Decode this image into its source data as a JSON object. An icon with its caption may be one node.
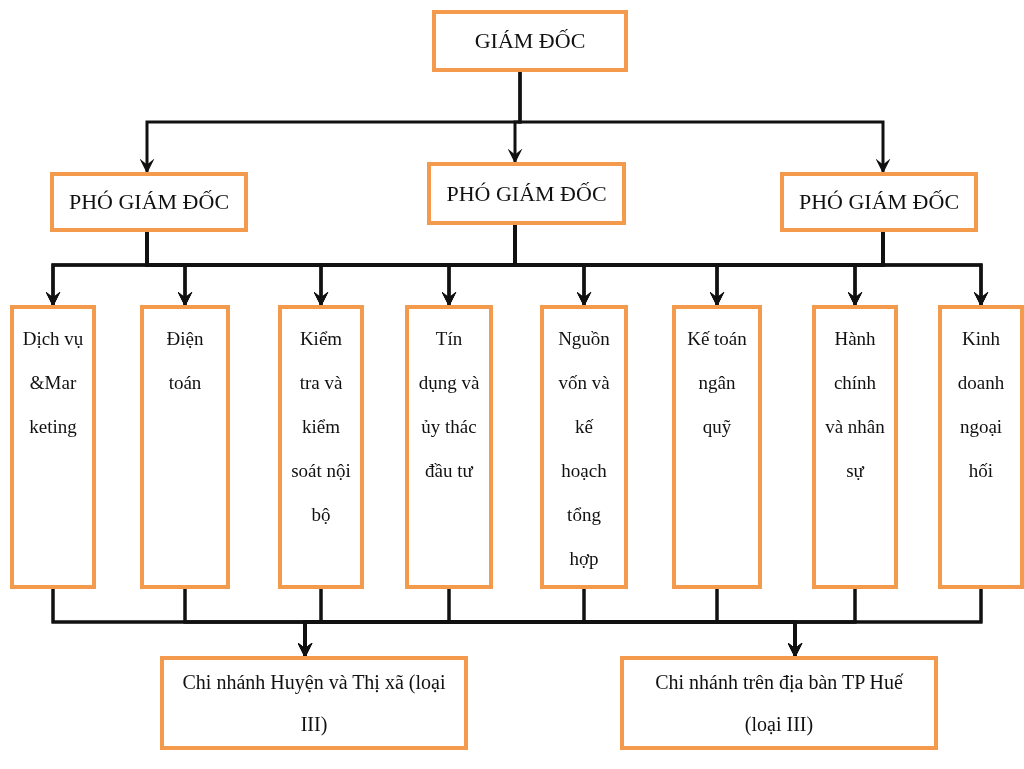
{
  "diagram": {
    "nodes": [
      {
        "text": [
          "GIÁM ĐỐC"
        ]
      },
      {
        "text": [
          "PHÓ GIÁM ĐỐC"
        ]
      },
      {
        "text": [
          "PHÓ GIÁM ĐỐC"
        ]
      },
      {
        "text": [
          "PHÓ GIÁM ĐỐC"
        ]
      },
      {
        "text": [
          "Dịch vụ &Mar keting"
        ]
      },
      {
        "text": [
          "Điện toán"
        ]
      },
      {
        "text": [
          "Kiểm tra và kiểm soát nội bộ"
        ]
      },
      {
        "text": [
          "Tín dụng và ủy thác đầu tư"
        ]
      },
      {
        "text": [
          "Nguồn vốn và kế hoạch tổng hợp"
        ]
      },
      {
        "text": [
          "Kế toán ngân quỹ"
        ]
      },
      {
        "text": [
          "Hành chính và nhân sự"
        ]
      },
      {
        "text": [
          "Kinh doanh ngoại hối"
        ]
      },
      {
        "text": [
          "Chi nhánh Huyện và Thị xã (loại III)"
        ]
      },
      {
        "text": [
          "Chi nhánh trên địa bàn TP Huế (loại III)"
        ]
      }
    ],
    "edges": [
      {
        "from": 0,
        "to": 1,
        "arrow": "to"
      },
      {
        "from": 0,
        "to": 2,
        "arrow": "to"
      },
      {
        "from": 0,
        "to": 3,
        "arrow": "to"
      },
      {
        "from": 1,
        "to": 4,
        "arrow": "to"
      },
      {
        "from": 1,
        "to": 5,
        "arrow": "to"
      },
      {
        "from": 1,
        "to": 6,
        "arrow": "to"
      },
      {
        "from": 1,
        "to": 7,
        "arrow": "to"
      },
      {
        "from": 1,
        "to": 8,
        "arrow": "to"
      },
      {
        "from": 1,
        "to": 9,
        "arrow": "to"
      },
      {
        "from": 1,
        "to": 10,
        "arrow": "to"
      },
      {
        "from": 1,
        "to": 11,
        "arrow": "to"
      },
      {
        "from": 2,
        "to": 4,
        "arrow": "to"
      },
      {
        "from": 2,
        "to": 5,
        "arrow": "to"
      },
      {
        "from": 2,
        "to": 6,
        "arrow": "to"
      },
      {
        "from": 2,
        "to": 7,
        "arrow": "to"
      },
      {
        "from": 2,
        "to": 8,
        "arrow": "to"
      },
      {
        "from": 2,
        "to": 9,
        "arrow": "to"
      },
      {
        "from": 2,
        "to": 10,
        "arrow": "to"
      },
      {
        "from": 2,
        "to": 11,
        "arrow": "to"
      },
      {
        "from": 3,
        "to": 4,
        "arrow": "to"
      },
      {
        "from": 3,
        "to": 5,
        "arrow": "to"
      },
      {
        "from": 3,
        "to": 6,
        "arrow": "to"
      },
      {
        "from": 3,
        "to": 7,
        "arrow": "to"
      },
      {
        "from": 3,
        "to": 8,
        "arrow": "to"
      },
      {
        "from": 3,
        "to": 9,
        "arrow": "to"
      },
      {
        "from": 3,
        "to": 10,
        "arrow": "to"
      },
      {
        "from": 3,
        "to": 11,
        "arrow": "to"
      },
      {
        "from": 4,
        "to": 12,
        "arrow": "to"
      },
      {
        "from": 4,
        "to": 13,
        "arrow": "to"
      },
      {
        "from": 5,
        "to": 12,
        "arrow": "to"
      },
      {
        "from": 5,
        "to": 13,
        "arrow": "to"
      },
      {
        "from": 6,
        "to": 12,
        "arrow": "to"
      },
      {
        "from": 6,
        "to": 13,
        "arrow": "to"
      },
      {
        "from": 7,
        "to": 12,
        "arrow": "to"
      },
      {
        "from": 7,
        "to": 13,
        "arrow": "to"
      },
      {
        "from": 8,
        "to": 12,
        "arrow": "to"
      },
      {
        "from": 8,
        "to": 13,
        "arrow": "to"
      },
      {
        "from": 9,
        "to": 12,
        "arrow": "to"
      },
      {
        "from": 9,
        "to": 13,
        "arrow": "to"
      },
      {
        "from": 10,
        "to": 12,
        "arrow": "to"
      },
      {
        "from": 10,
        "to": 13,
        "arrow": "to"
      },
      {
        "from": 11,
        "to": 12,
        "arrow": "to"
      },
      {
        "from": 11,
        "to": 13,
        "arrow": "to"
      }
    ]
  }
}
